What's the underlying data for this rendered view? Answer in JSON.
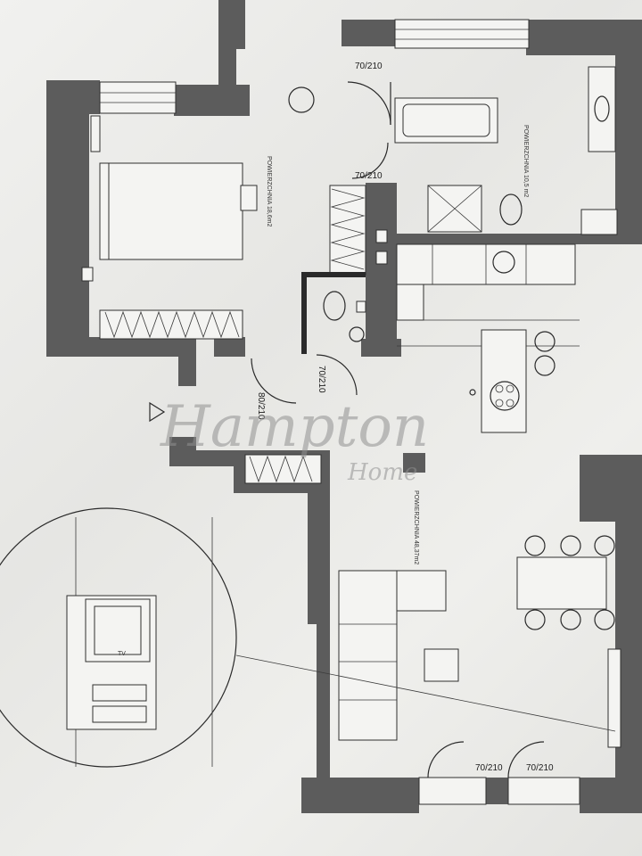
{
  "watermark": {
    "main": "Hampton",
    "sub": "Home"
  },
  "doors": {
    "d_top_right": "70/210",
    "d_bath_right": "70/210",
    "d_hall_left_a": "80/210",
    "d_hall_left_b": "70/210",
    "d_bottom_a": "70/210",
    "d_bottom_b": "70/210"
  },
  "tv_label": "TV",
  "annotations": {
    "bedroom_area": "POWIERZCHNIA 18,6m2",
    "bathroom_area": "POWIERZCHNIA 10,5 m2",
    "living_area": "POWIERZCHNIA 48,37m2"
  },
  "colors": {
    "wall": "#5c5c5c",
    "paper": "#ececea",
    "ink": "#2a2a2a"
  }
}
